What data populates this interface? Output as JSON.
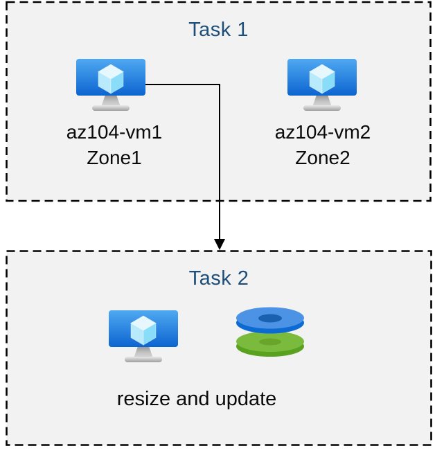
{
  "diagram": {
    "task1": {
      "title": "Task 1",
      "vm1": {
        "name": "az104-vm1",
        "zone": "Zone1"
      },
      "vm2": {
        "name": "az104-vm2",
        "zone": "Zone2"
      }
    },
    "task2": {
      "title": "Task 2",
      "caption": "resize and update"
    },
    "icons": {
      "vm": "virtual-machine-icon",
      "disk": "managed-disks-icon"
    },
    "colors": {
      "title_text": "#1d4e79",
      "label_text": "#0a0a0a",
      "box_background": "#f2f2f2",
      "box_border": "#000000",
      "connector": "#000000",
      "vm_screen_top": "#4fa9f1",
      "vm_screen_bottom": "#0c64d0",
      "disk_blue_top": "#4c93e6",
      "disk_blue_side": "#0c6bd3",
      "disk_green_top": "#7abb3e",
      "disk_green_side": "#59a11e"
    }
  }
}
